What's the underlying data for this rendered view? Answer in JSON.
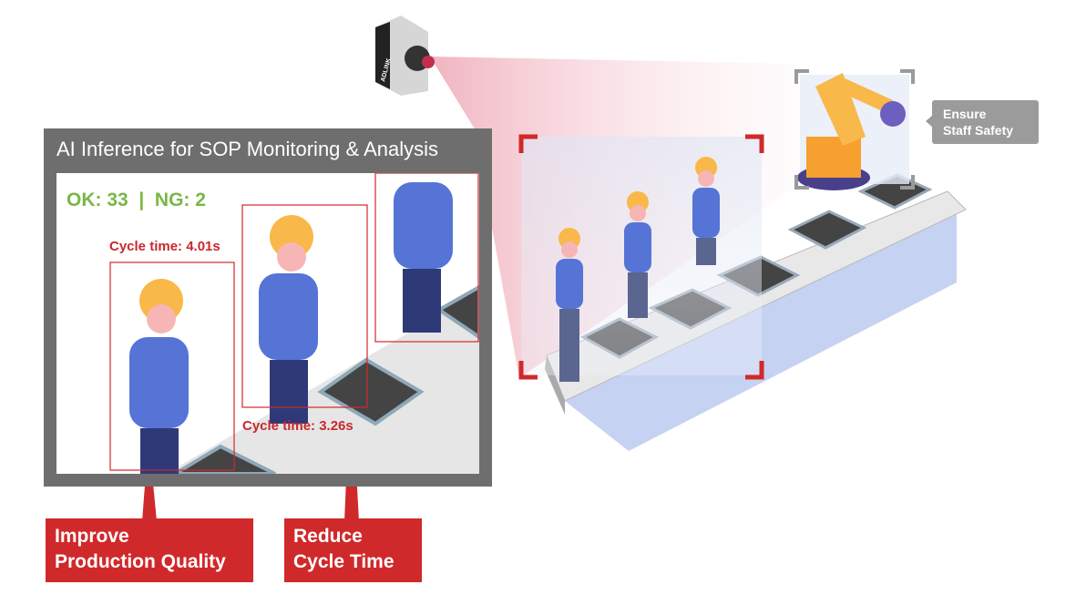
{
  "camera": {
    "brand_logo": "ADLINK"
  },
  "panel": {
    "title": "AI Inference for SOP Monitoring & Analysis",
    "counts": "OK: 33  |  NG: 2",
    "cycle_times": [
      "Cycle time: 4.01s",
      "Cycle time: 3.26s"
    ]
  },
  "callouts": {
    "quality": [
      "Improve",
      "Production Quality"
    ],
    "cycle": [
      "Reduce",
      "Cycle Time"
    ],
    "safety": [
      "Ensure",
      "Staff Safety"
    ]
  },
  "colors": {
    "accent_red": "#d0292b",
    "ok_green": "#7ab648",
    "panel_gray": "#6e6e6e",
    "callout_gray": "#9b9b9b"
  }
}
